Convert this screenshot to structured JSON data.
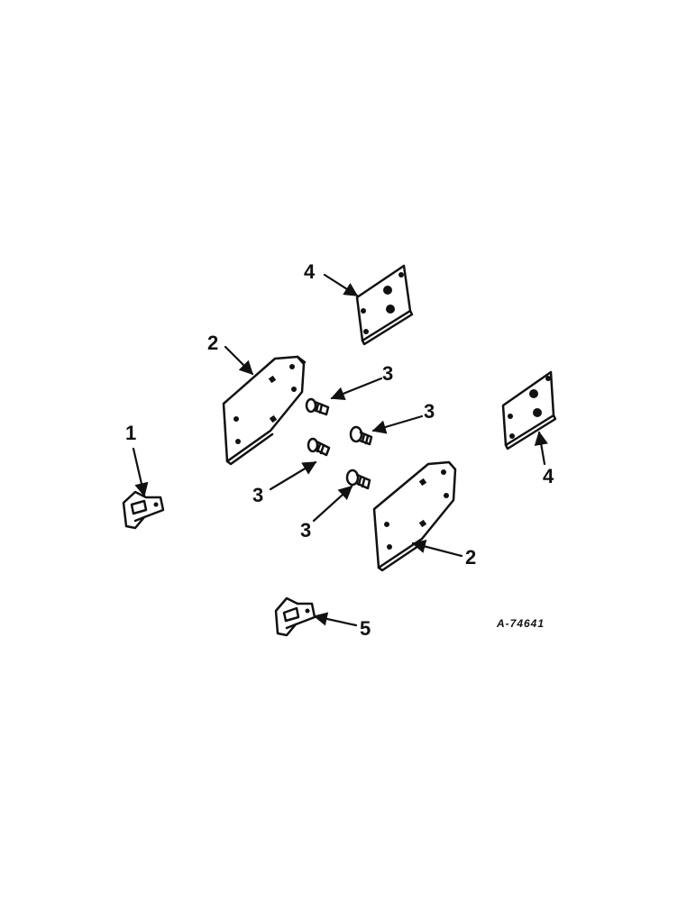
{
  "drawing_number": "A-74641",
  "colors": {
    "ink": "#111111",
    "paper": "#ffffff"
  },
  "callouts": {
    "part_1": "1",
    "part_2_upper": "2",
    "part_2_lower": "2",
    "part_3_a": "3",
    "part_3_b": "3",
    "part_3_c": "3",
    "part_3_d": "3",
    "part_4_upper": "4",
    "part_4_right": "4",
    "part_5": "5"
  }
}
